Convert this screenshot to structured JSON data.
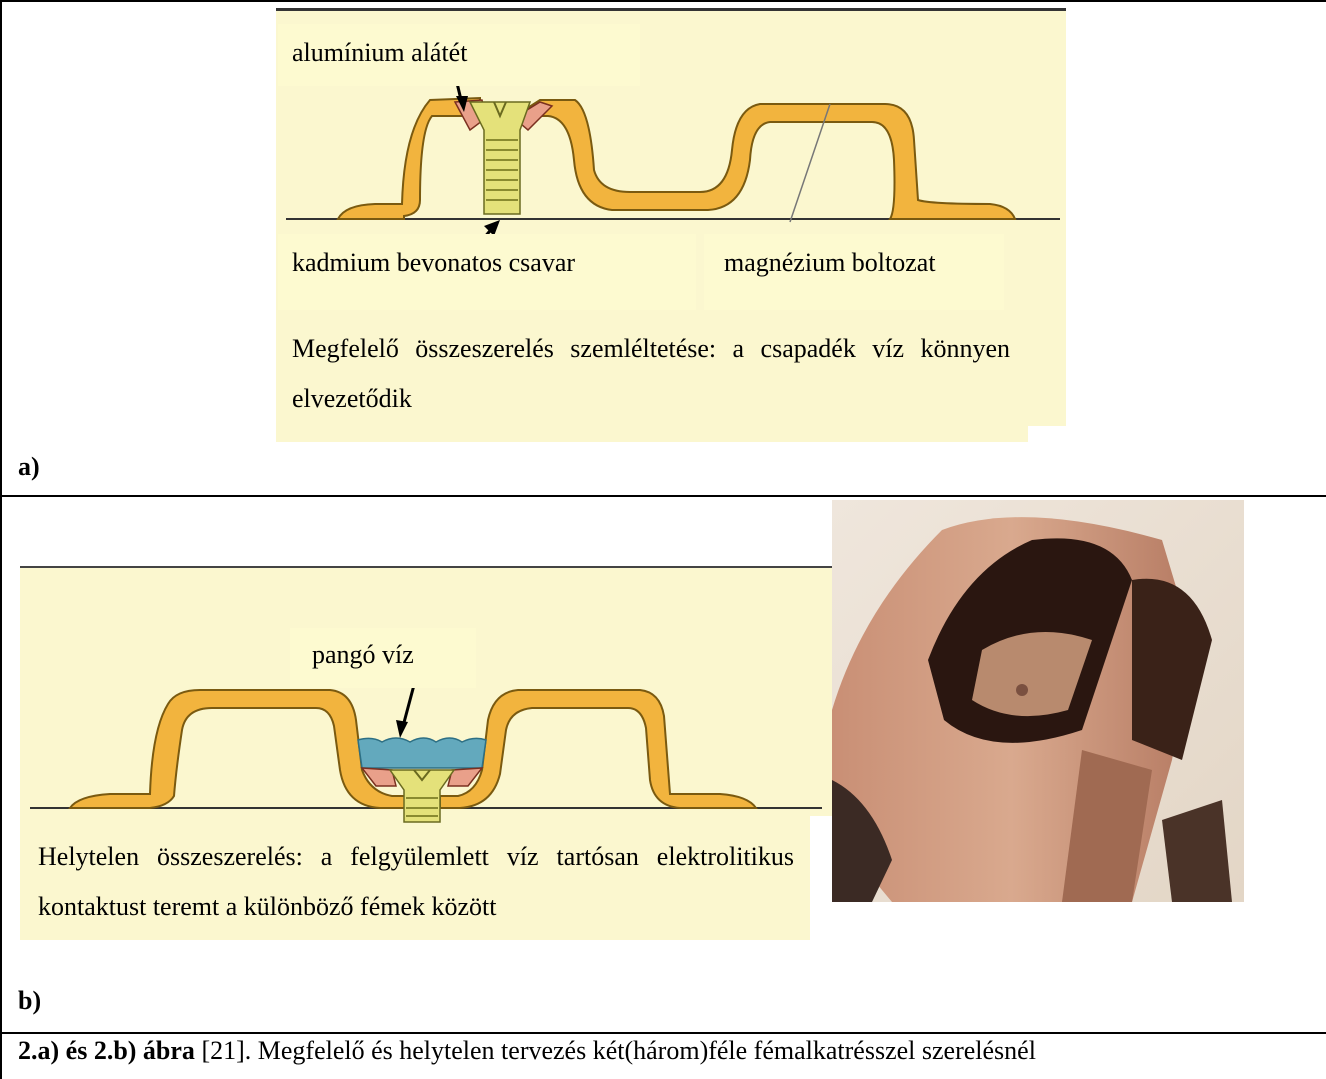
{
  "figure_a": {
    "panel_letter": "a)",
    "label_washer": "alumínium alátét",
    "label_screw": "kadmium bevonatos csavar",
    "label_vault": "magnézium boltozat",
    "description": "Megfelelő összeszerelés szemléltetése: a csapadék víz könnyen elvezetődik"
  },
  "figure_b": {
    "panel_letter": "b)",
    "label_water": "pangó víz",
    "description": "Helytelen összeszerelés: a felgyülemlett víz tartósan elektrolitikus kontaktust teremt a különböző fémek között"
  },
  "caption": {
    "figure_ref": "2.a) és 2.b) ábra",
    "citation": " [21]. ",
    "text": "Megfelelő és helytelen tervezés két(három)féle fémalkatrésszel szerelésnél"
  },
  "colors": {
    "panel_bg": "#fbf7cf",
    "metal_orange": "#f2b43e",
    "metal_inner": "#fbf7cf",
    "screw": "#e4e17a",
    "washer": "#e9a08a",
    "water": "#63a9bd"
  }
}
